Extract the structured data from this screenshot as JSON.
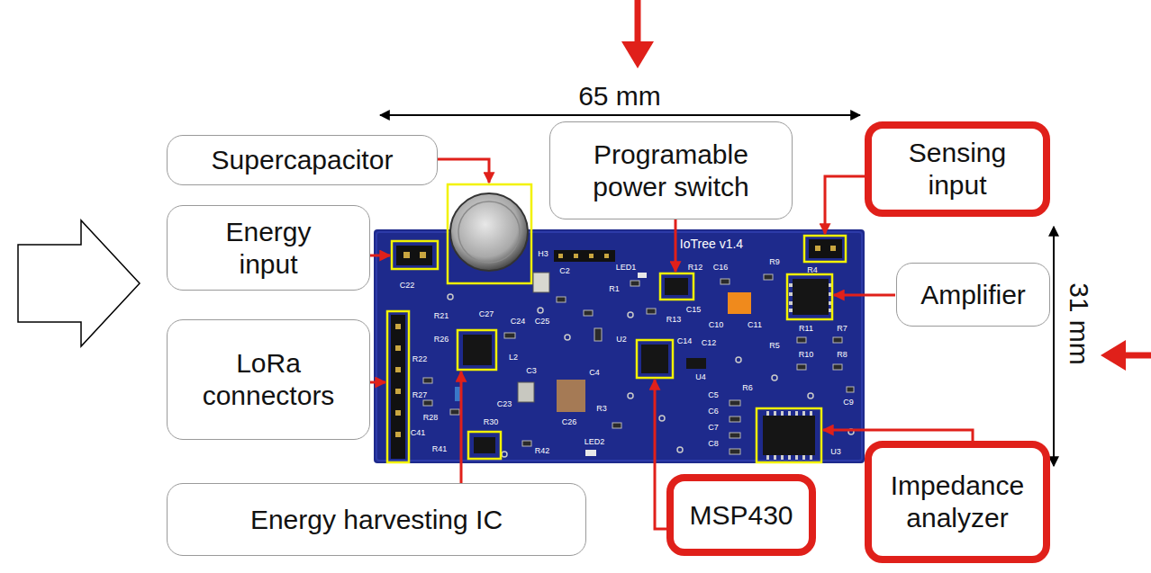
{
  "diagram": {
    "nodes": [
      {
        "text": [
          "Supercapacitor"
        ]
      },
      {
        "text": [
          "Programable power switch"
        ]
      },
      {
        "text": [
          "Sensing input"
        ]
      },
      {
        "text": [
          "Energy input"
        ]
      },
      {
        "text": [
          "Amplifier"
        ]
      },
      {
        "text": [
          "LoRa connectors"
        ]
      },
      {
        "text": [
          "Energy harvesting IC"
        ]
      },
      {
        "text": [
          "MSP430"
        ]
      },
      {
        "text": [
          "Impedance analyzer"
        ]
      }
    ],
    "edges": [],
    "labels": [
      "65 mm",
      "31 mm",
      "IoTree v1.4",
      "H3",
      "C2",
      "R1",
      "LED1",
      "R12",
      "C16",
      "R9",
      "R4",
      "C22",
      "R22",
      "R27",
      "R21",
      "R26",
      "C27",
      "C24",
      "C25",
      "L2",
      "C3",
      "C4",
      "U2",
      "C10",
      "C11",
      "R11",
      "R7",
      "R13",
      "C15",
      "C14",
      "C12",
      "U4",
      "R5",
      "R6",
      "R10",
      "R8",
      "C9",
      "C5",
      "C6",
      "C7",
      "C8",
      "U3",
      "C23",
      "C26",
      "R3",
      "LED2",
      "R28",
      "R30",
      "C41",
      "R41",
      "R42"
    ]
  }
}
